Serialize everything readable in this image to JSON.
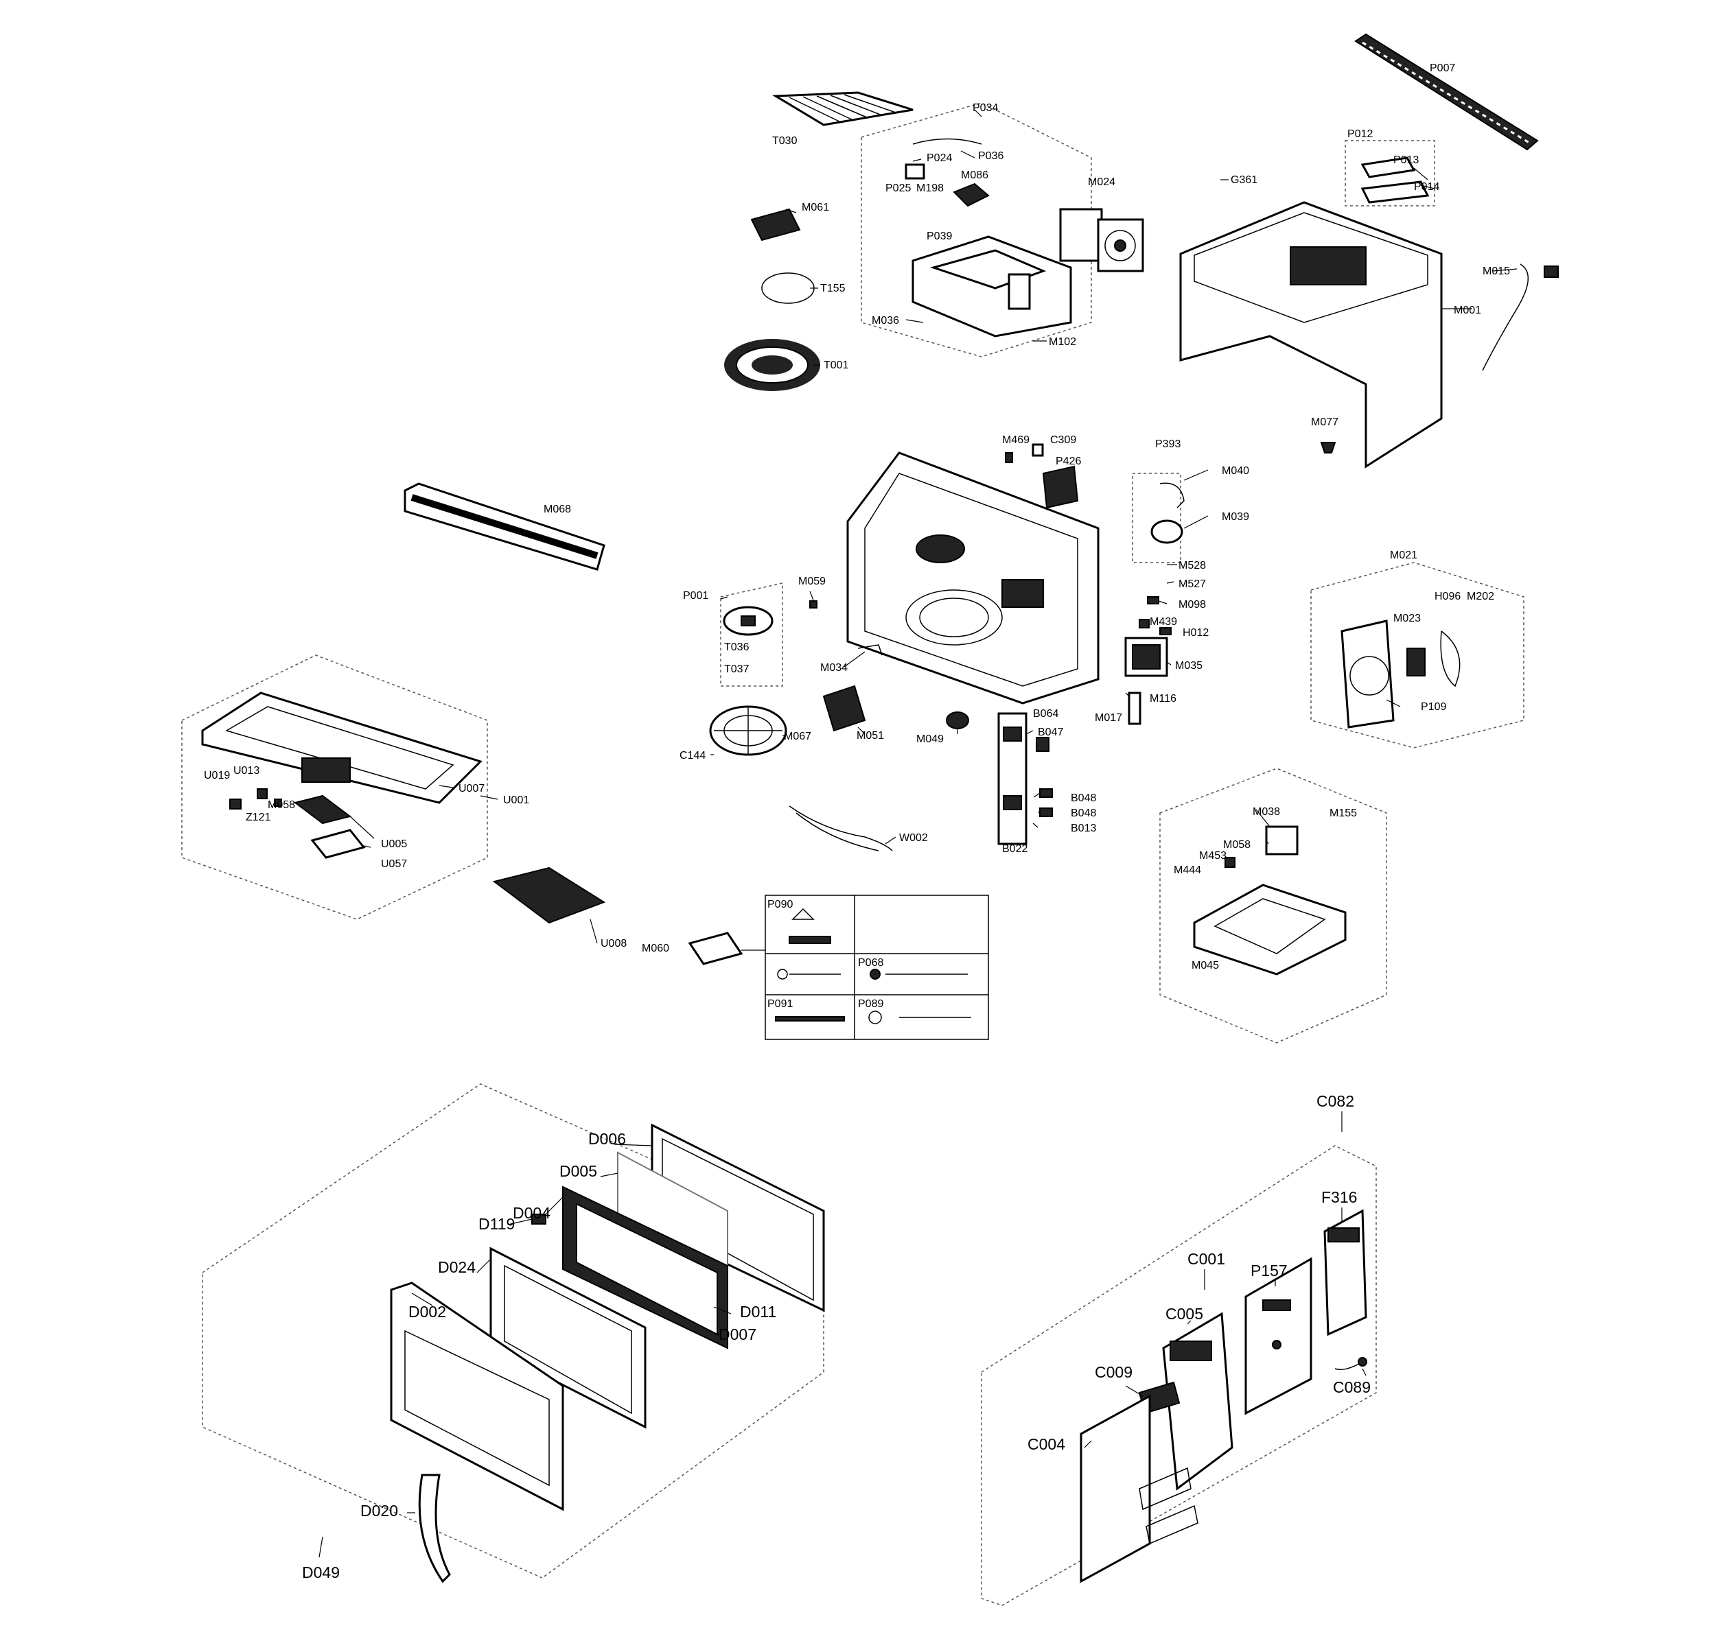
{
  "labels": {
    "P007": "P007",
    "P034": "P034",
    "T030": "T030",
    "P024": "P024",
    "P036": "P036",
    "P025": "P025",
    "M198": "M198",
    "M086": "M086",
    "M024": "M024",
    "M061": "M061",
    "P039": "P039",
    "T155": "T155",
    "M036": "M036",
    "M102": "M102",
    "T001": "T001",
    "P012": "P012",
    "P013": "P013",
    "P014": "P014",
    "G361": "G361",
    "M015": "M015",
    "M001": "M001",
    "M077": "M077",
    "M469": "M469",
    "C309": "C309",
    "P426": "P426",
    "P393": "P393",
    "M040": "M040",
    "M039": "M039",
    "M528": "M528",
    "M527": "M527",
    "M098": "M098",
    "M439": "M439",
    "H012": "H012",
    "M035": "M035",
    "M116": "M116",
    "M017": "M017",
    "B064": "B064",
    "B047": "B047",
    "B048a": "B048",
    "B048b": "B048",
    "B013": "B013",
    "B022": "B022",
    "M068": "M068",
    "P001": "P001",
    "M059": "M059",
    "T036": "T036",
    "T037": "T037",
    "M034": "M034",
    "M051": "M051",
    "M049": "M049",
    "M067": "M067",
    "C144": "C144",
    "W002": "W002",
    "M021": "M021",
    "M023": "M023",
    "H096": "H096",
    "M202": "M202",
    "P109": "P109",
    "M155": "M155",
    "M038": "M038",
    "M058b": "M058",
    "M453": "M453",
    "M444": "M444",
    "M045": "M045",
    "U019": "U019",
    "U013": "U013",
    "M058": "M058",
    "Z121": "Z121",
    "U007": "U007",
    "U001": "U001",
    "U005": "U005",
    "U057": "U057",
    "U008": "U008",
    "M060": "M060",
    "P090": "P090",
    "P068": "P068",
    "P091": "P091",
    "P089": "P089",
    "D006": "D006",
    "D005": "D005",
    "D119": "D119",
    "D004": "D004",
    "D024": "D024",
    "D002": "D002",
    "D011": "D011",
    "D007": "D007",
    "D020": "D020",
    "D049": "D049",
    "C082": "C082",
    "F316": "F316",
    "C001": "C001",
    "P157": "P157",
    "C005": "C005",
    "C009": "C009",
    "C004": "C004",
    "C089": "C089"
  }
}
